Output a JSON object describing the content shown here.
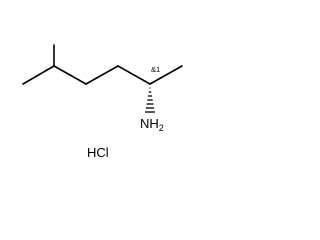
{
  "molecule": {
    "amine_label": "NH",
    "amine_subscript": "2",
    "stereo_flag": "&1"
  },
  "salt": {
    "label": "HCl"
  },
  "colors": {
    "bond": "#000000",
    "text": "#000000",
    "background": "#ffffff"
  }
}
